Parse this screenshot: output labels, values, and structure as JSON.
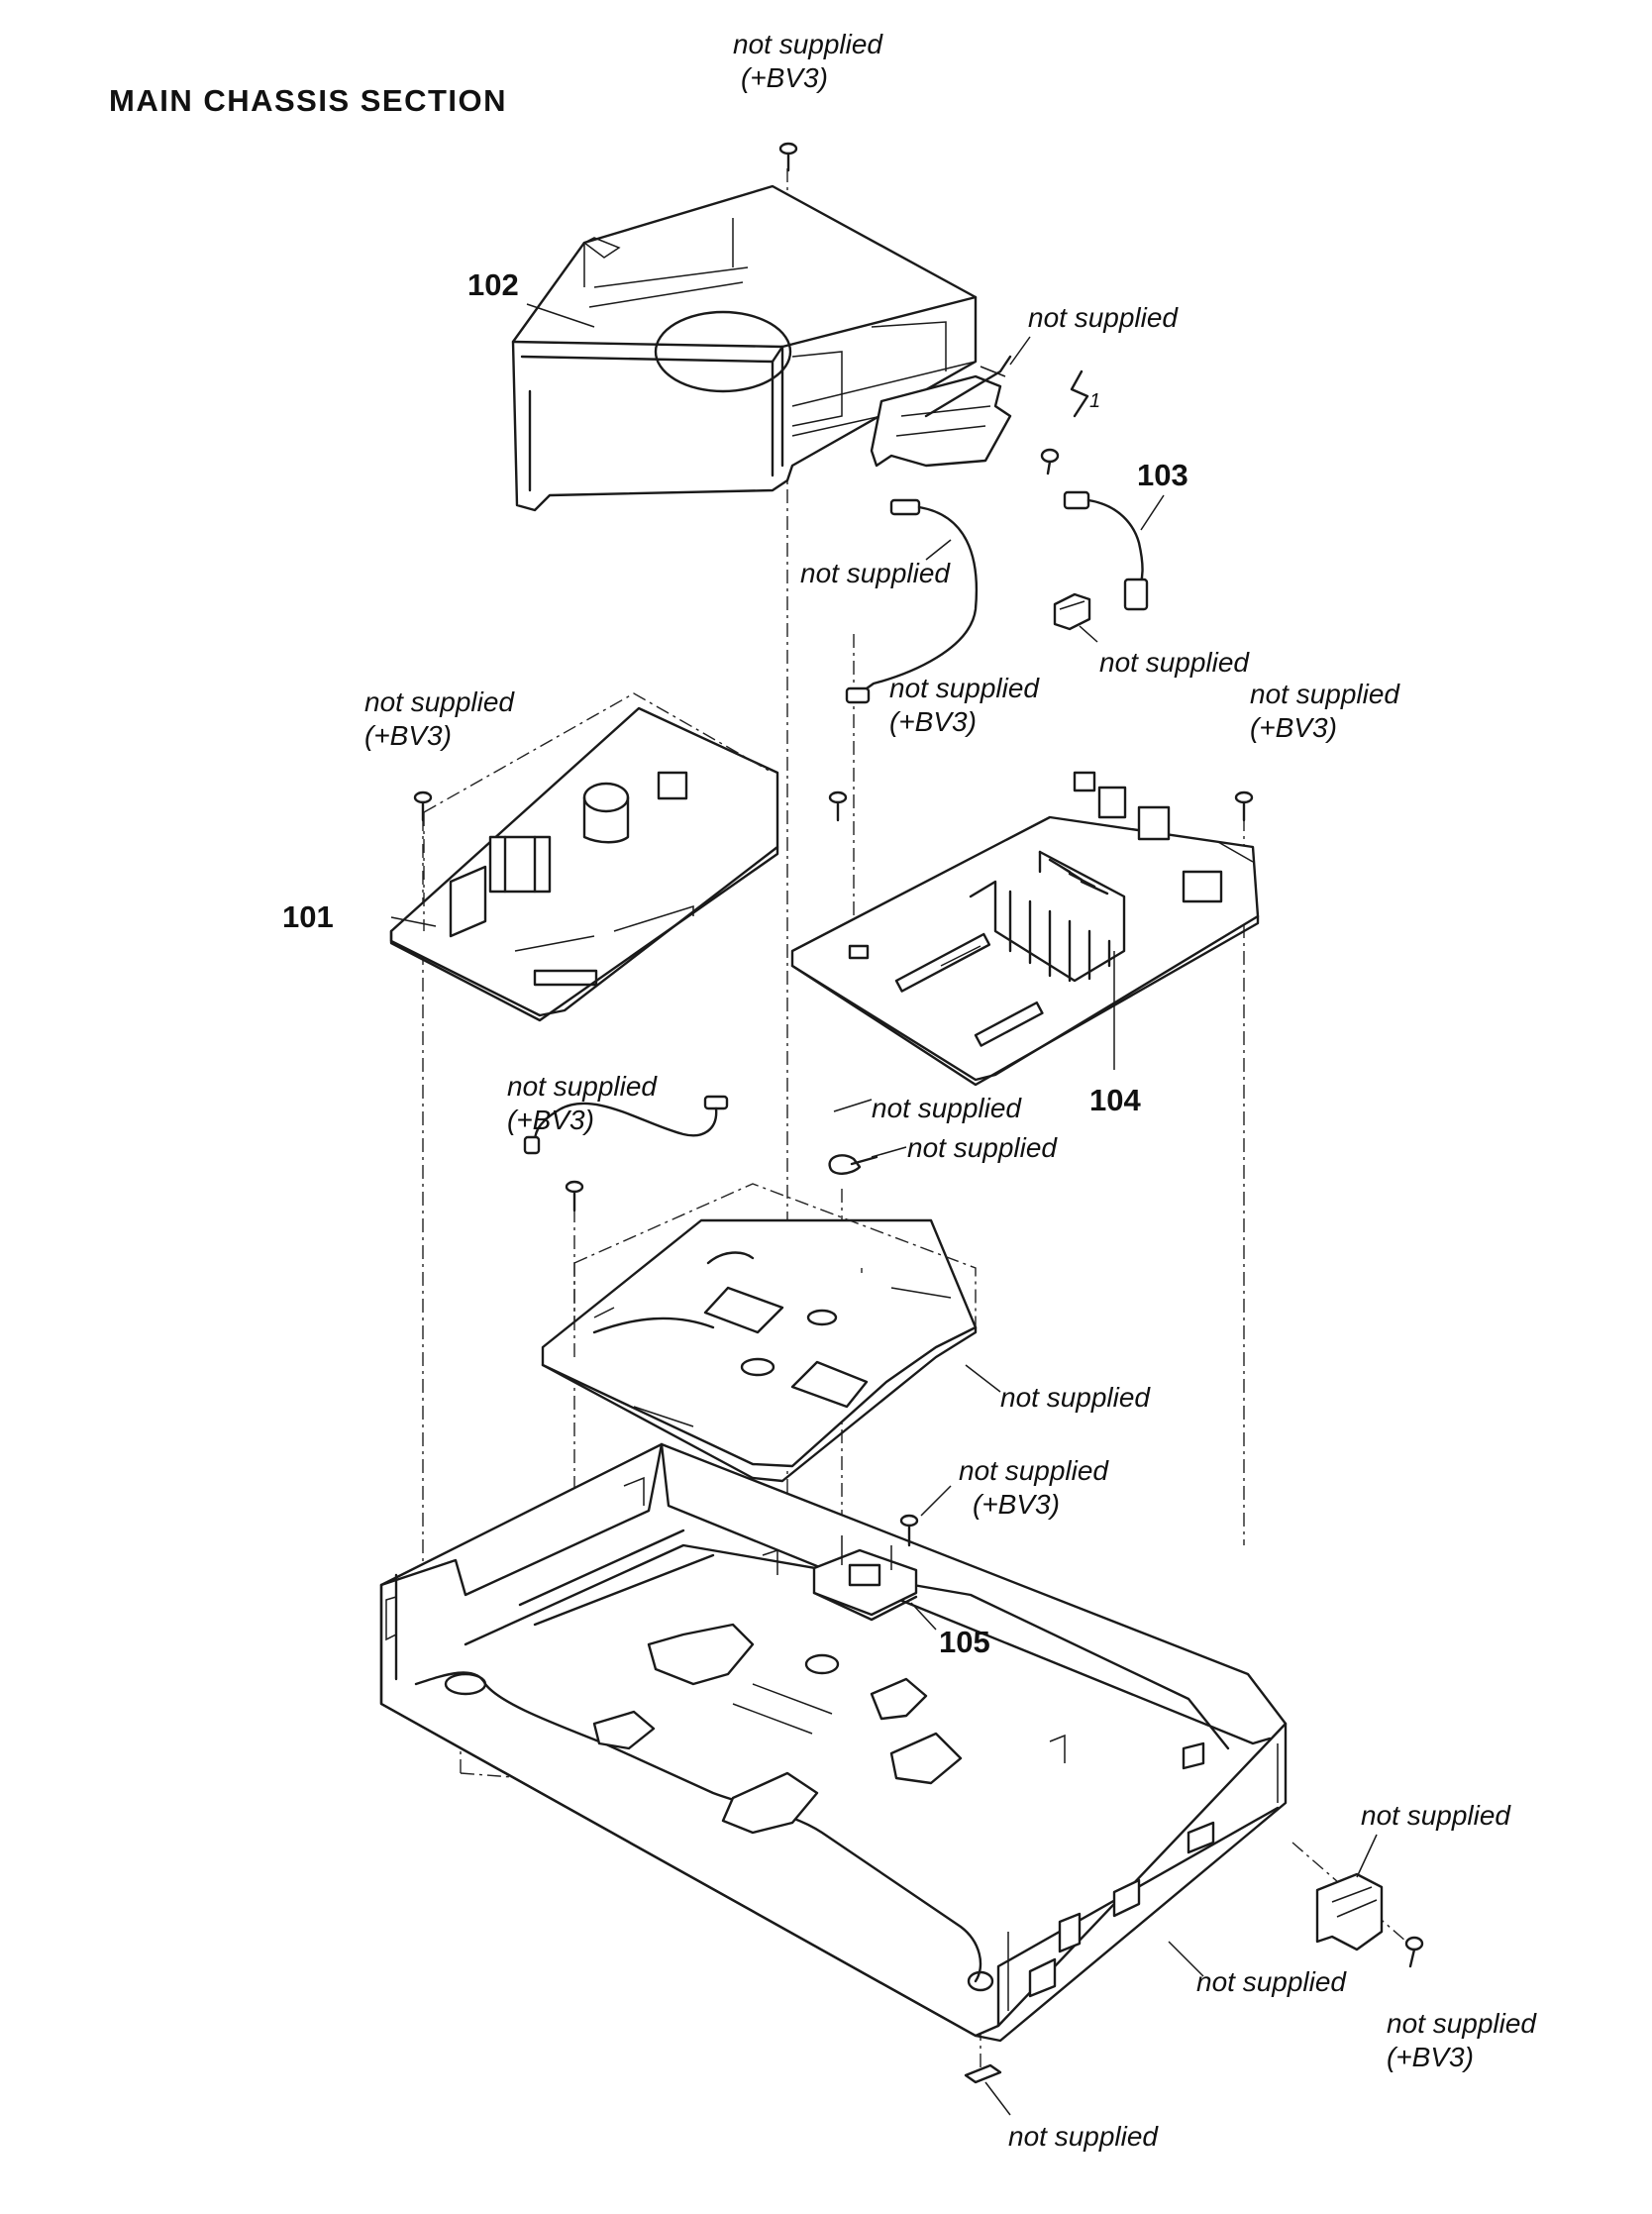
{
  "title": "MAIN CHASSIS SECTION",
  "part_numbers": {
    "p101": "101",
    "p102": "102",
    "p103": "103",
    "p104": "104",
    "p105": "105"
  },
  "callouts": {
    "top_screw": [
      "not supplied",
      "(+BV3)"
    ],
    "bracket_102": [
      "not supplied"
    ],
    "ground_mark": "1",
    "flat_cable_top": [
      "not supplied"
    ],
    "connector_block": [
      "not supplied"
    ],
    "screw_104": [
      "not supplied",
      "(+BV3)"
    ],
    "screw_101": [
      "not supplied",
      "(+BV3)"
    ],
    "screw_right": [
      "not supplied",
      "(+BV3)"
    ],
    "harness_mid": [
      "not supplied"
    ],
    "clip_mid": [
      "not supplied"
    ],
    "screw_plate": [
      "not supplied",
      "(+BV3)"
    ],
    "plate_bracket": [
      "not supplied"
    ],
    "screw_105": [
      "not supplied",
      "(+BV3)"
    ],
    "side_bracket": [
      "not supplied"
    ],
    "chassis": [
      "not supplied"
    ],
    "side_screw": [
      "not supplied",
      "(+BV3)"
    ],
    "foot": [
      "not supplied"
    ]
  }
}
